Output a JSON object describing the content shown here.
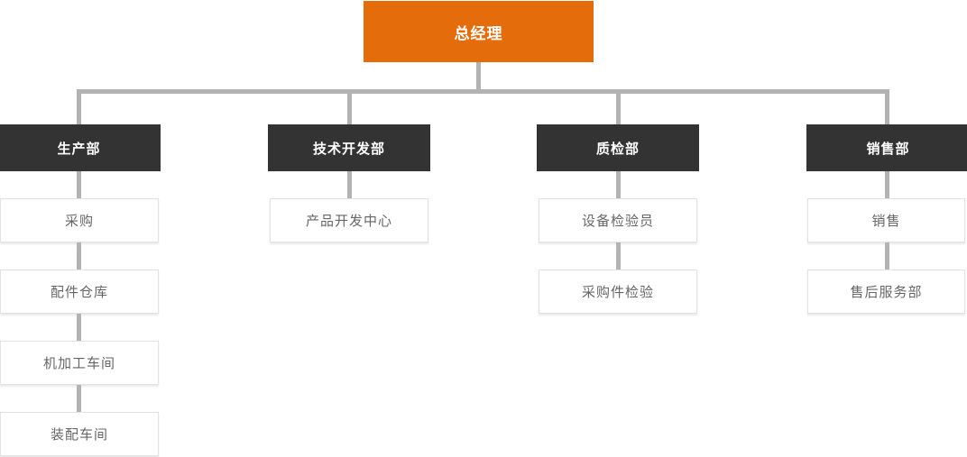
{
  "root": {
    "label": "总经理"
  },
  "departments": [
    {
      "label": "生产部",
      "children": [
        "采购",
        "配件仓库",
        "机加工车间",
        "装配车间"
      ]
    },
    {
      "label": "技术开发部",
      "children": [
        "产品开发中心"
      ]
    },
    {
      "label": "质检部",
      "children": [
        "设备检验员",
        "采购件检验"
      ]
    },
    {
      "label": "销售部",
      "children": [
        "销售",
        "售后服务部"
      ]
    }
  ],
  "colors": {
    "root_bg": "#E46C0A",
    "dept_bg": "#333333",
    "leaf_bg": "#FFFFFF",
    "leaf_border": "#E2E2E2",
    "leaf_text": "#666666",
    "connector": "#B3B3B3",
    "background": "#FFFFFF"
  }
}
